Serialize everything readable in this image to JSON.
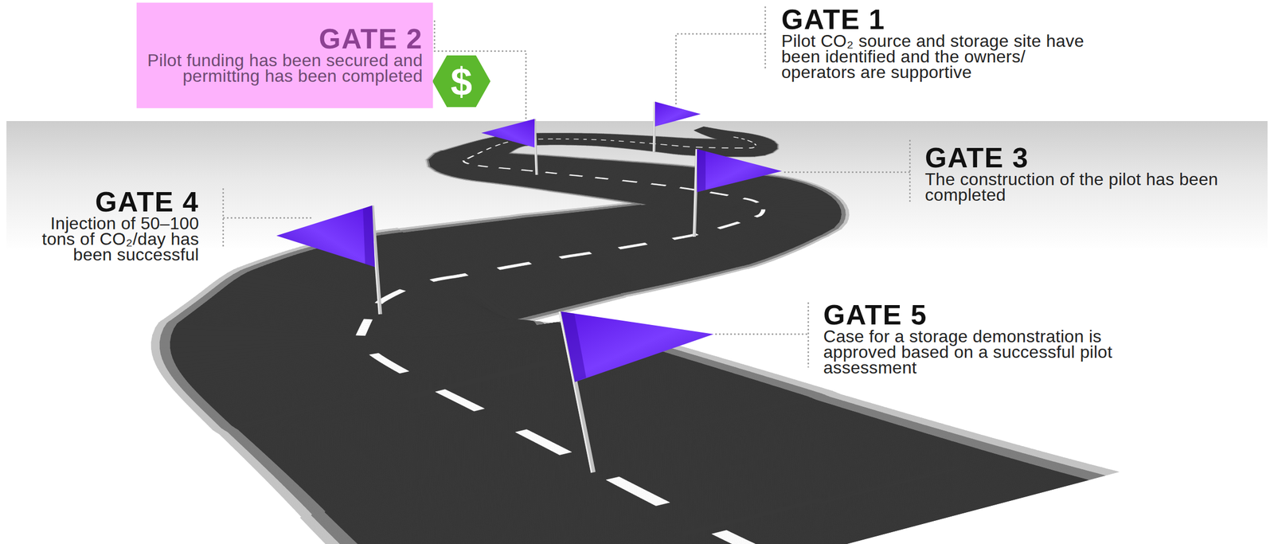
{
  "diagram": {
    "nodes": [
      {
        "text": [
          "GATE 1",
          "Pilot CO₂ source and storage site have been identified and the owners/ operators are supportive"
        ]
      },
      {
        "text": [
          "GATE 2",
          "Pilot funding has been secured and permitting has been completed"
        ]
      },
      {
        "text": [
          "GATE 3",
          "The construction of the pilot has been completed"
        ]
      },
      {
        "text": [
          "GATE 4",
          "Injection of 50–100 tons of CO₂/day has been successful"
        ]
      },
      {
        "text": [
          "GATE 5",
          "Case for a storage demonstration is approved based on a successful pilot assessment"
        ]
      }
    ],
    "labels": [
      "$"
    ]
  }
}
